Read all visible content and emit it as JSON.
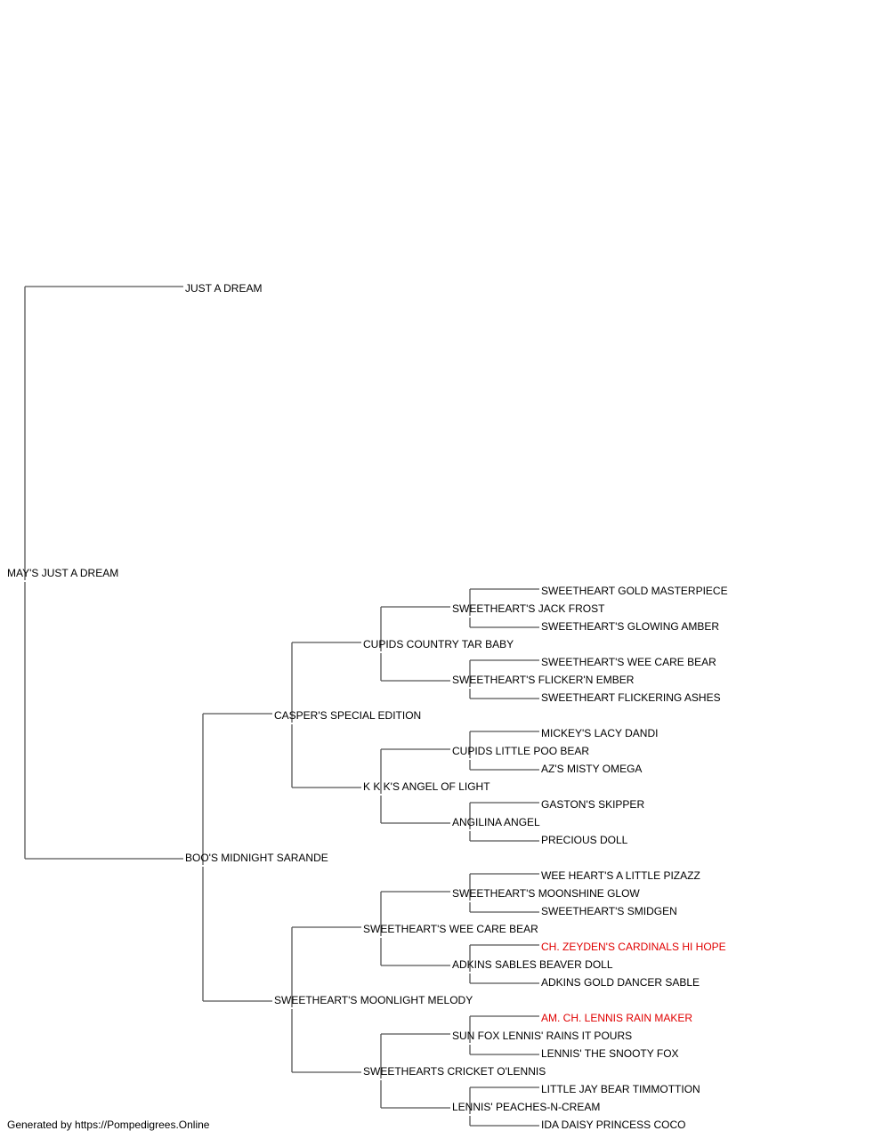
{
  "colors": {
    "line": "#555555",
    "text": "#000000",
    "champion": "#e00000"
  },
  "pedigree": {
    "name": "MAY'S JUST A DREAM",
    "sire": {
      "name": "JUST A DREAM"
    },
    "dam": {
      "name": "BOO'S MIDNIGHT SARANDE",
      "sire": {
        "name": "CASPER'S SPECIAL EDITION",
        "sire": {
          "name": "CUPIDS COUNTRY TAR BABY",
          "sire": {
            "name": "SWEETHEART'S JACK FROST",
            "sire": {
              "name": "SWEETHEART GOLD MASTERPIECE"
            },
            "dam": {
              "name": "SWEETHEART'S GLOWING AMBER"
            }
          },
          "dam": {
            "name": "SWEETHEART'S FLICKER'N EMBER",
            "sire": {
              "name": "SWEETHEART'S WEE CARE BEAR"
            },
            "dam": {
              "name": "SWEETHEART FLICKERING ASHES"
            }
          }
        },
        "dam": {
          "name": "K K K'S ANGEL OF LIGHT",
          "sire": {
            "name": "CUPIDS LITTLE POO BEAR",
            "sire": {
              "name": "MICKEY'S LACY DANDI"
            },
            "dam": {
              "name": "AZ'S MISTY OMEGA"
            }
          },
          "dam": {
            "name": "ANGILINA ANGEL",
            "sire": {
              "name": "GASTON'S SKIPPER"
            },
            "dam": {
              "name": "PRECIOUS DOLL"
            }
          }
        }
      },
      "dam": {
        "name": "SWEETHEART'S MOONLIGHT MELODY",
        "sire": {
          "name": "SWEETHEART'S WEE CARE BEAR",
          "sire": {
            "name": "SWEETHEART'S MOONSHINE GLOW",
            "sire": {
              "name": "WEE HEART'S A LITTLE PIZAZZ"
            },
            "dam": {
              "name": "SWEETHEART'S SMIDGEN"
            }
          },
          "dam": {
            "name": "ADKINS SABLES BEAVER DOLL",
            "sire": {
              "name": "CH. ZEYDEN'S CARDINALS HI HOPE",
              "champion": true
            },
            "dam": {
              "name": "ADKINS GOLD DANCER SABLE"
            }
          }
        },
        "dam": {
          "name": "SWEETHEARTS CRICKET O'LENNIS",
          "sire": {
            "name": "SUN FOX LENNIS' RAINS IT POURS",
            "sire": {
              "name": "AM. CH. LENNIS RAIN MAKER",
              "champion": true
            },
            "dam": {
              "name": "LENNIS' THE SNOOTY FOX"
            }
          },
          "dam": {
            "name": "LENNIS' PEACHES-N-CREAM",
            "sire": {
              "name": "LITTLE JAY BEAR TIMMOTTION"
            },
            "dam": {
              "name": "IDA DAISY PRINCESS COCO"
            }
          }
        }
      }
    }
  },
  "footer": "Generated by https://Pompedigrees.Online"
}
